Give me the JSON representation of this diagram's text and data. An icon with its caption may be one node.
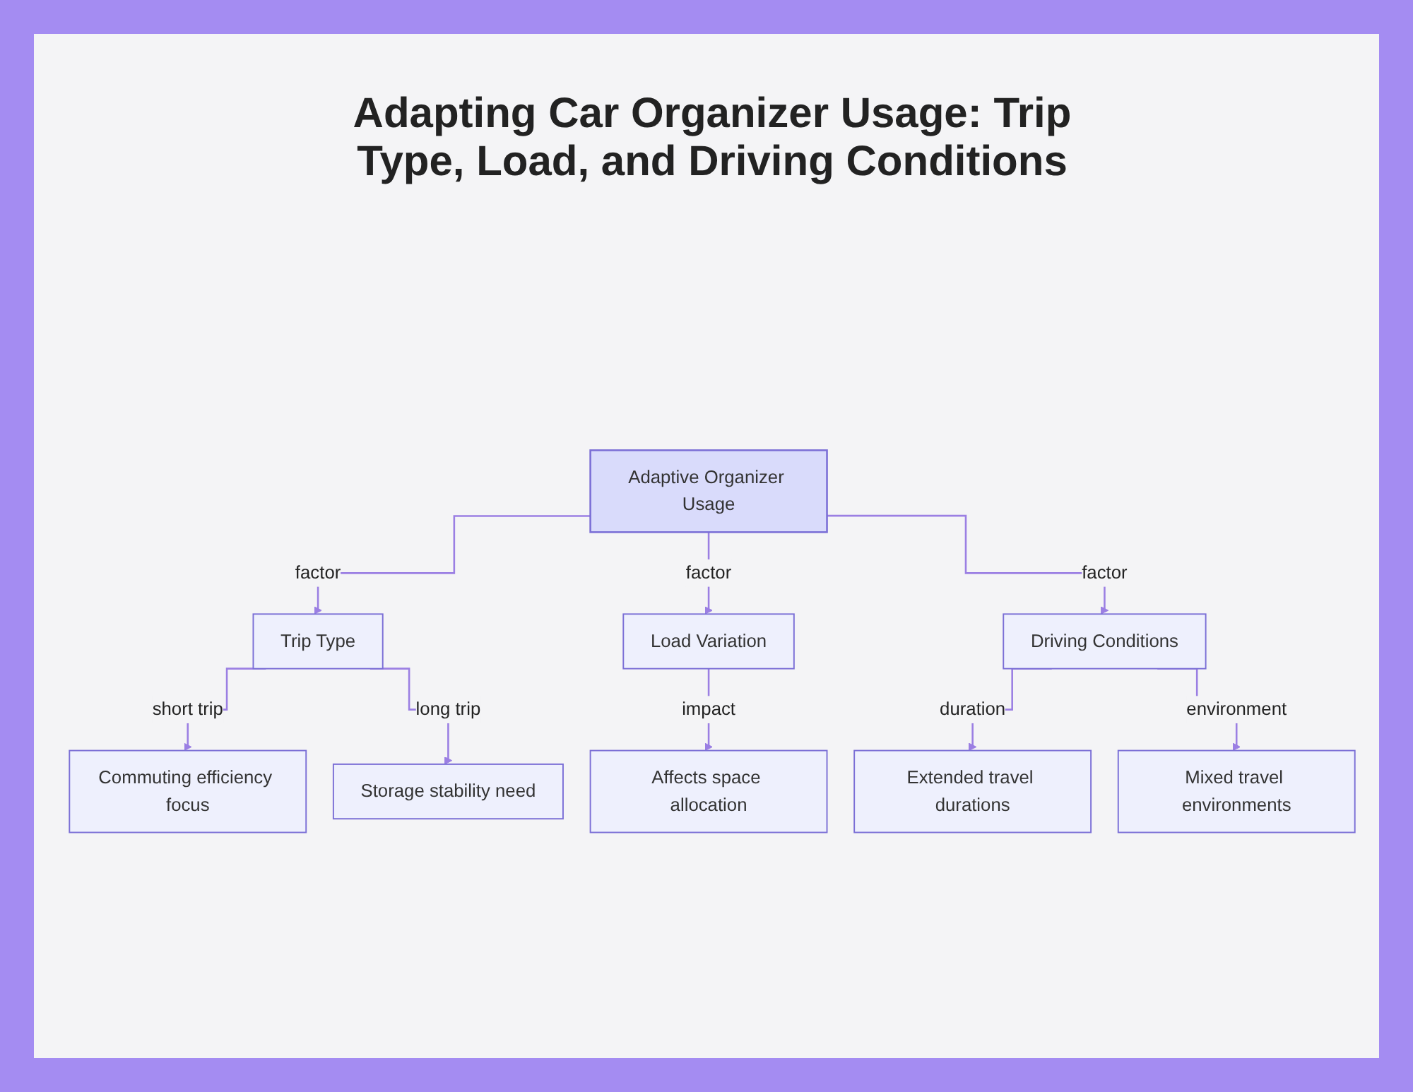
{
  "diagram": {
    "title": "Adapting Car Organizer Usage: Trip Type, Load, and Driving Conditions",
    "nodes": [
      {
        "text": [
          "Adaptive Organizer Usage"
        ]
      },
      {
        "text": [
          "Trip Type"
        ]
      },
      {
        "text": [
          "Load Variation"
        ]
      },
      {
        "text": [
          "Driving Conditions"
        ]
      },
      {
        "text": [
          "Commuting efficiency focus"
        ]
      },
      {
        "text": [
          "Storage stability need"
        ]
      },
      {
        "text": [
          "Affects space allocation"
        ]
      },
      {
        "text": [
          "Extended travel durations"
        ]
      },
      {
        "text": [
          "Mixed travel environments"
        ]
      }
    ],
    "edges": [
      {
        "from": 0,
        "to": 1,
        "arrow": "to",
        "label": "factor"
      },
      {
        "from": 0,
        "to": 2,
        "arrow": "to",
        "label": "factor"
      },
      {
        "from": 0,
        "to": 3,
        "arrow": "to",
        "label": "factor"
      },
      {
        "from": 1,
        "to": 4,
        "arrow": "to",
        "label": "short trip"
      },
      {
        "from": 1,
        "to": 5,
        "arrow": "to",
        "label": "long trip"
      },
      {
        "from": 2,
        "to": 6,
        "arrow": "to",
        "label": "impact"
      },
      {
        "from": 3,
        "to": 7,
        "arrow": "to",
        "label": "duration"
      },
      {
        "from": 3,
        "to": 8,
        "arrow": "to",
        "label": "environment"
      }
    ]
  }
}
